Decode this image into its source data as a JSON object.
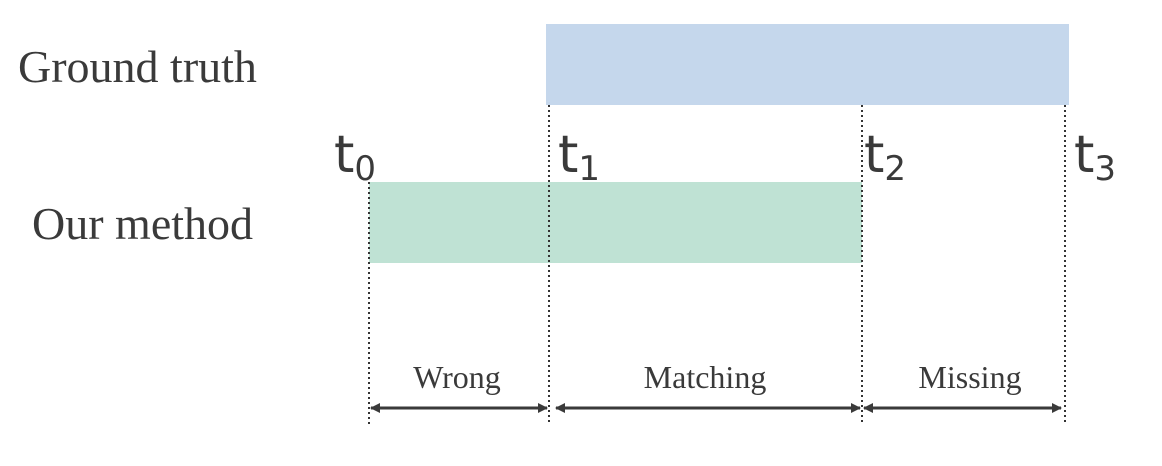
{
  "rows": {
    "ground_truth": "Ground truth",
    "our_method": "Our method"
  },
  "timepoints": [
    {
      "base": "t",
      "sub": "0"
    },
    {
      "base": "t",
      "sub": "1"
    },
    {
      "base": "t",
      "sub": "2"
    },
    {
      "base": "t",
      "sub": "3"
    }
  ],
  "segments": {
    "wrong": "Wrong",
    "matching": "Matching",
    "missing": "Missing"
  },
  "colors": {
    "ground_truth_bar": "#c5d7ec",
    "our_method_bar": "#bfe2d4",
    "text": "#3a3a3a"
  }
}
